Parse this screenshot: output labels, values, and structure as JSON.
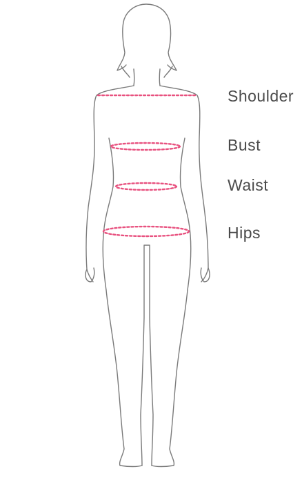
{
  "labels": {
    "shoulder": "Shoulder",
    "bust": "Bust",
    "waist": "Waist",
    "hips": "Hips"
  },
  "colors": {
    "outline": "#7a7a7a",
    "measure_line": "#e8517f",
    "label_text": "#4a4a4a",
    "background": "#ffffff"
  }
}
